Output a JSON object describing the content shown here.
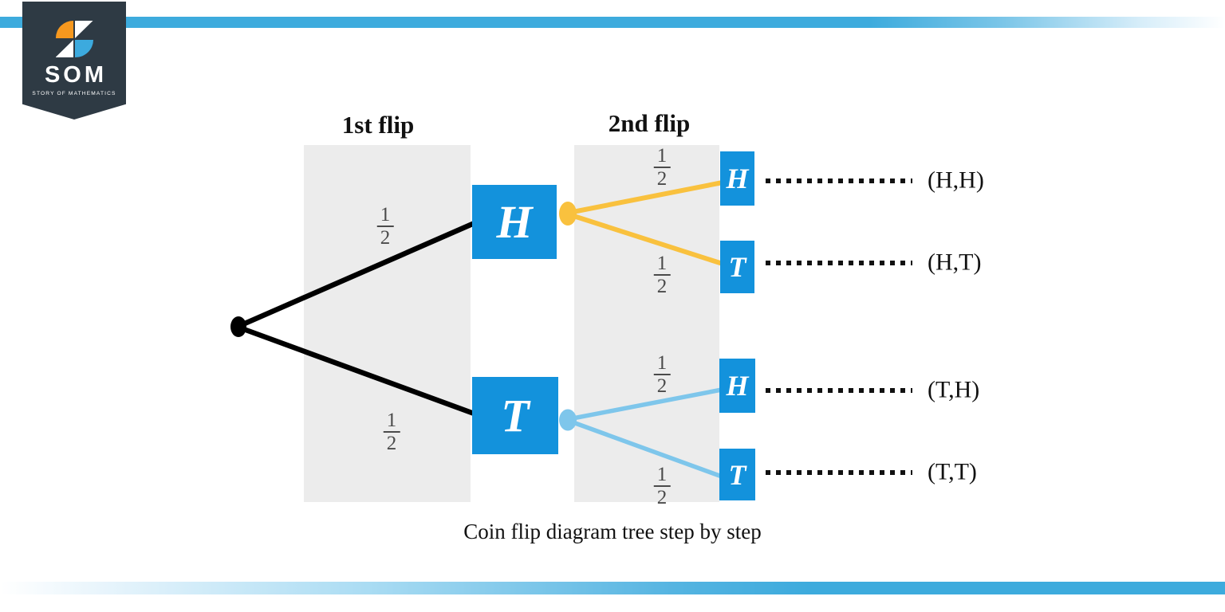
{
  "brand": {
    "name": "SOM",
    "tagline": "STORY OF MATHEMATICS",
    "badge_color": "#2e3a44",
    "icon_orange": "#f6981e",
    "icon_blue": "#3caade",
    "stripe_blue": "#3dabdd"
  },
  "diagram": {
    "caption": "Coin flip diagram tree step by step",
    "column_headers": [
      "1st flip",
      "2nd flip"
    ],
    "tree": {
      "first_flip_nodes": [
        "H",
        "T"
      ],
      "second_flip_nodes": [
        "H",
        "T",
        "H",
        "T"
      ],
      "outcomes": [
        "(H,H)",
        "(H,T)",
        "(T,H)",
        "(T,T)"
      ],
      "fractions": [
        {
          "num": "1",
          "den": "2"
        },
        {
          "num": "1",
          "den": "2"
        },
        {
          "num": "1",
          "den": "2"
        },
        {
          "num": "1",
          "den": "2"
        },
        {
          "num": "1",
          "den": "2"
        },
        {
          "num": "1",
          "den": "2"
        }
      ]
    },
    "colors": {
      "node_box": "#1392dc",
      "branch_first": "#000000",
      "branch_heads": "#f9c13e",
      "branch_tails": "#7ec6eb",
      "column_bg": "#ececec",
      "fraction_text": "#4a4a4a",
      "dot_root": "#000000"
    }
  }
}
